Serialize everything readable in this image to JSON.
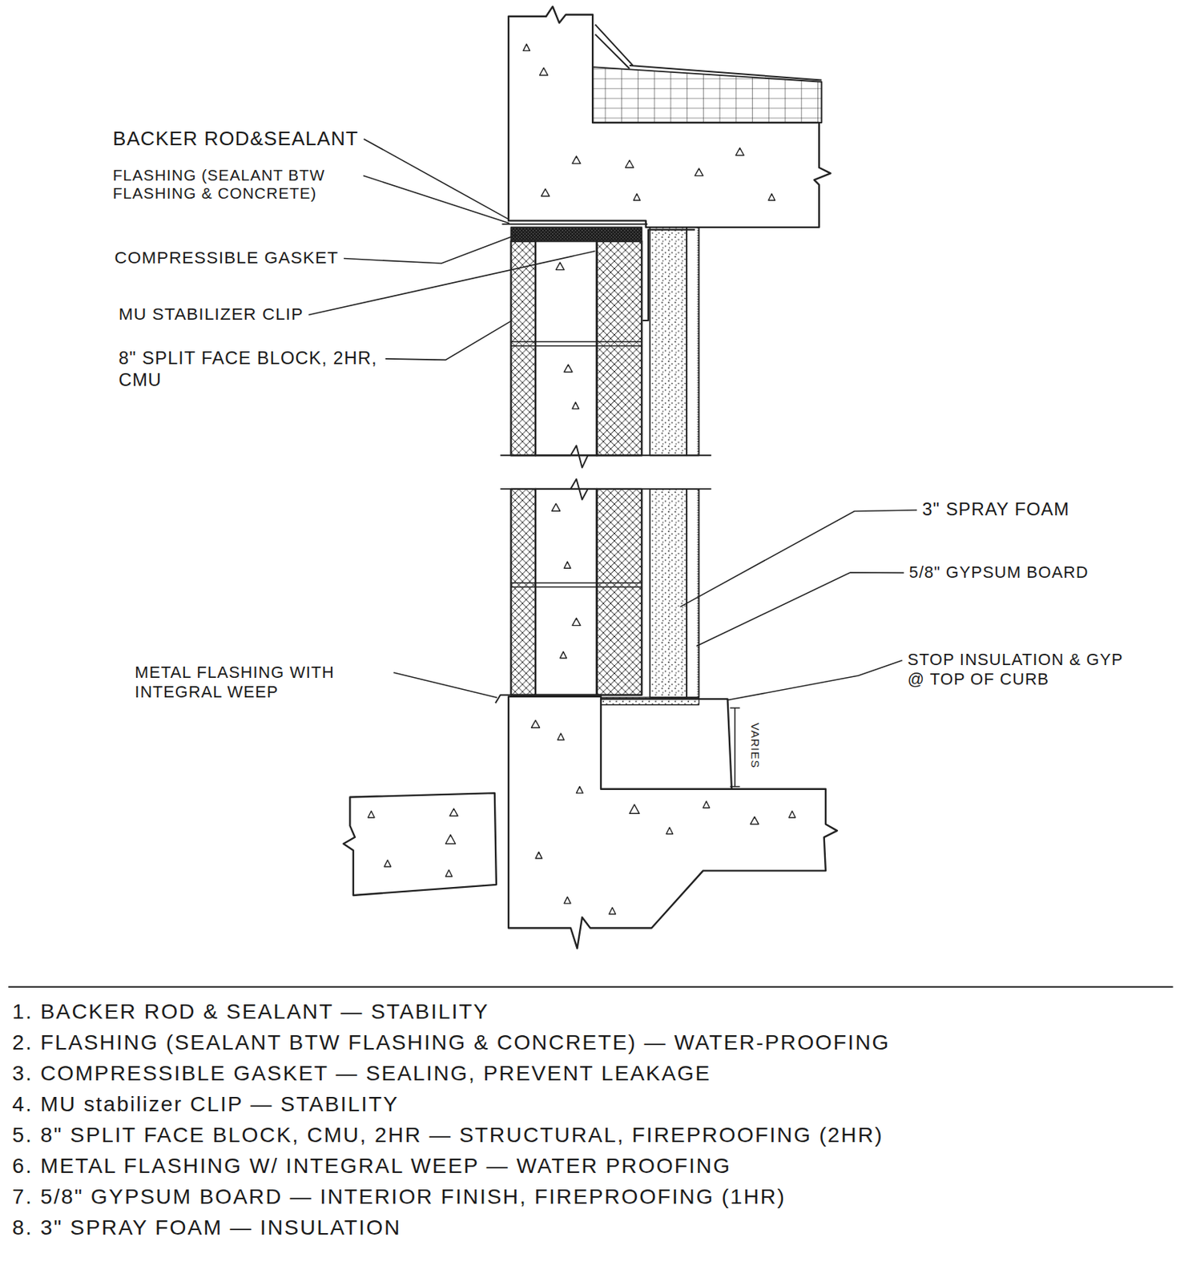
{
  "diagram": {
    "labels": [
      "BACKER ROD&SEALANT",
      "FLASHING (SEALANT BTW FLASHING & CONCRETE)",
      "COMPRESSIBLE GASKET",
      "MU STABILIZER CLIP",
      "8\" SPLIT FACE BLOCK, 2HR, CMU",
      "METAL FLASHING WITH INTEGRAL WEEP",
      "3\" SPRAY FOAM",
      "5/8\" GYPSUM BOARD",
      "STOP INSULATION & GYP @ TOP OF CURB",
      "VARIES",
      "1. BACKER ROD & SEALANT — STABILITY",
      "2. FLASHING (SEALANT BTW FLASHING & CONCRETE) — WATER-PROOFING",
      "3. COMPRESSIBLE GASKET — SEALING, PREVENT LEAKAGE",
      "4. MU stabilizer CLIP — STABILITY",
      "5. 8\" SPLIT FACE BLOCK, CMU, 2HR — STRUCTURAL, FIREPROOFING (2HR)",
      "6. METAL FLASHING W/ INTEGRAL WEEP — WATER PROOFING",
      "7. 5/8\" GYPSUM BOARD — INTERIOR FINISH, FIREPROOFING (1HR)",
      "8. 3\" SPRAY FOAM — INSULATION"
    ]
  }
}
